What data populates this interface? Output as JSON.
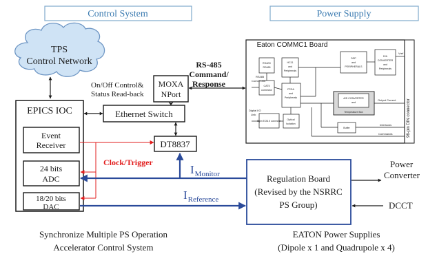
{
  "headers": {
    "control_system": "Control System",
    "power_supply": "Power Supply"
  },
  "control": {
    "tps_network": [
      "TPS",
      "Control Network"
    ],
    "onoff_status": [
      "On/Off Control&",
      "Status Read-back"
    ],
    "moxa": [
      "MOXA",
      "NPort"
    ],
    "rs485": [
      "RS-485",
      "Command/",
      "Response"
    ],
    "ethernet_switch": "Ethernet Switch",
    "epics_ioc": "EPICS IOC",
    "event_receiver": [
      "Event",
      "Receiver"
    ],
    "adc": [
      "24 bits",
      "ADC"
    ],
    "dac": [
      "18/20 bits",
      "DAC"
    ],
    "dt8837": "DT8837",
    "clock_trigger": "Clock/Trigger",
    "i_monitor": {
      "main": "I",
      "sub": "Monitor"
    },
    "i_reference": {
      "main": "I",
      "sub": "Reference"
    },
    "caption": [
      "Synchronize Multiple PS Operation",
      "Accelerator Control System"
    ]
  },
  "power": {
    "eaton_board_title": "Eaton COMMC1 Board",
    "board_blocks": {
      "rs422": [
        "RS422/",
        "RS485"
      ],
      "hc11": [
        "HC11",
        "and",
        "Peripherals"
      ],
      "dsp": [
        "DSP",
        "and",
        "PERIPHERALS"
      ],
      "da_conv": [
        "D/A",
        "CONVERTER",
        "and",
        "Peripherals"
      ],
      "cat5": [
        "CAT5",
        "connector"
      ],
      "fpga": [
        "FPGA",
        "and",
        "Peripherals"
      ],
      "ad_conv": [
        "A/D CONVERTER",
        "and",
        "Peripherals"
      ],
      "temp_box": "Temperature Box",
      "d_conn": "98pin EC51 5 connector",
      "optical": [
        "Optical",
        "Isolation"
      ],
      "buffer": "Buffer",
      "din_connector": "96-pin DIN connector"
    },
    "board_labels": {
      "rs485_comm": [
        "RS485",
        "Comm Link"
      ],
      "digital_io": [
        "Digital I/O",
        "Link"
      ],
      "vref": "Vref",
      "output_current": "Output Current",
      "interlocks": "Interlocks",
      "commands": "Commands"
    },
    "regulation_board": [
      "Regulation Board",
      "(Revised by the NSRRC",
      "PS Group)"
    ],
    "power_converter": [
      "Power",
      "Converter"
    ],
    "dcct": "DCCT",
    "caption": [
      "EATON Power Supplies",
      "(Dipole x 1 and Quadrupole x 4)"
    ]
  },
  "colors": {
    "header_border": "#7fa9cc",
    "header_text": "#3a7ab0",
    "cloud_fill": "#cfe3f5",
    "cloud_stroke": "#6e96c4",
    "red": "#e21d1d",
    "blue": "#2a4a9a",
    "black": "#1a1a1a"
  }
}
